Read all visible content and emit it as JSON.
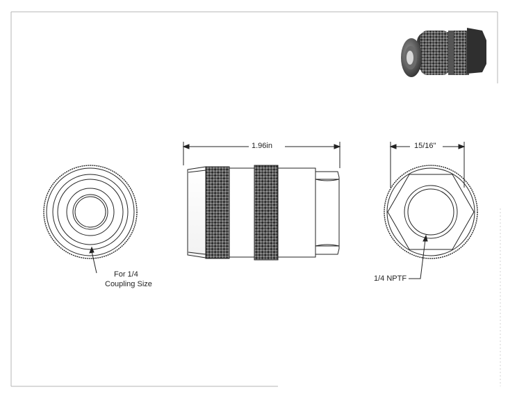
{
  "dimensions": {
    "length": "1.96in",
    "hex_size": "15/16\""
  },
  "callouts": {
    "front_line1": "For 1/4",
    "front_line2": "Coupling Size",
    "rear": "1/4 NPTF"
  },
  "colors": {
    "line": "#222222",
    "knurl_dark": "#2b2b2b",
    "knurl_light": "#9a9a9a",
    "border": "#b5b5b5"
  }
}
